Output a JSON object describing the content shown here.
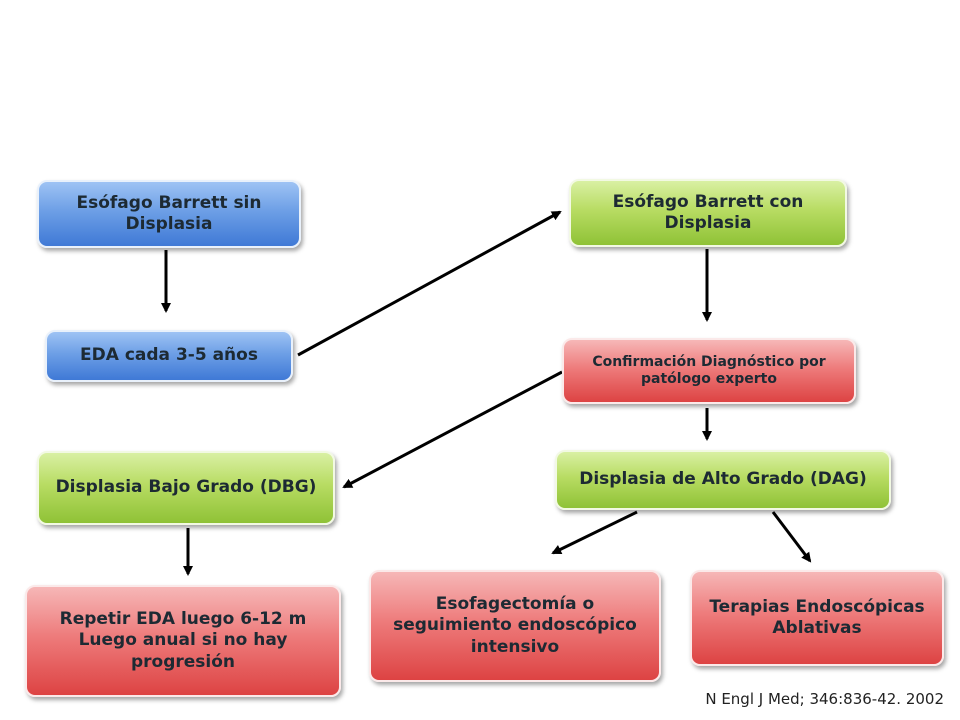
{
  "nodes": {
    "barrett_sin": "Esófago Barrett sin Displasia",
    "barrett_con": "Esófago Barrett con Displasia",
    "eda": "EDA cada 3-5 años",
    "confirmacion": "Confirmación Diagnóstico por patólogo experto",
    "dbg": "Displasia Bajo Grado (DBG)",
    "dag": "Displasia de Alto Grado (DAG)",
    "repetir": "Repetir EDA luego 6-12 m Luego anual si no hay progresión",
    "esofagectomia": "Esofagectomía o seguimiento endoscópico intensivo",
    "terapias": "Terapias Endoscópicas Ablativas"
  },
  "citation": "N Engl J Med; 346:836-42. 2002",
  "colors": {
    "blue": "#5b8fe0",
    "green": "#a9d24f",
    "red": "#e85d5d",
    "arrow": "#000000"
  }
}
